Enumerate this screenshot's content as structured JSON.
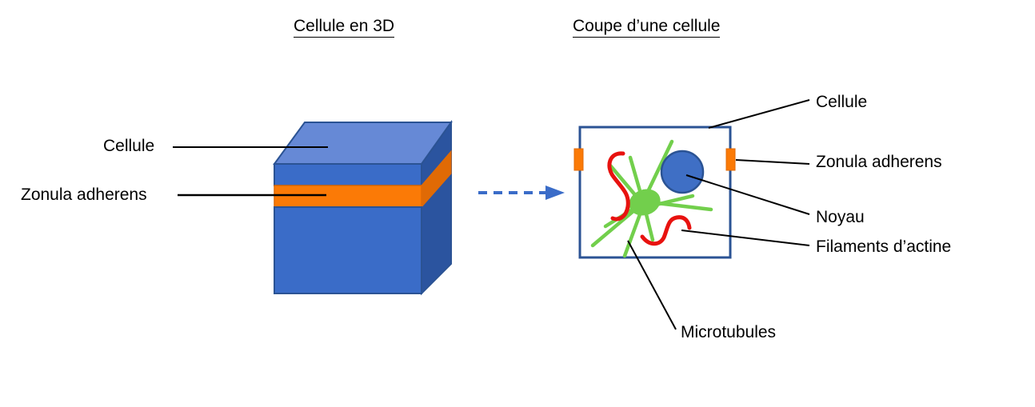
{
  "diagram": {
    "titles": {
      "left": "Cellule en 3D",
      "right": "Coupe d’une cellule"
    },
    "left_labels": [
      {
        "id": "cellule",
        "text": "Cellule"
      },
      {
        "id": "zonula",
        "text": "Zonula adherens"
      }
    ],
    "right_labels": [
      {
        "id": "cellule",
        "text": "Cellule"
      },
      {
        "id": "zonula",
        "text": "Zonula adherens"
      },
      {
        "id": "noyau",
        "text": "Noyau"
      },
      {
        "id": "actine",
        "text": "Filaments d’actine"
      },
      {
        "id": "microtubules",
        "text": "Microtubules"
      }
    ],
    "colors": {
      "cube_top": "#6689d6",
      "cube_front": "#3a6cc8",
      "cube_side": "#2b549f",
      "cube_edge": "#2b5394",
      "zonula_orange": "#fb7a06",
      "zonula_orange_edge": "#e06a05",
      "cell_border": "#2b5394",
      "nucleus_fill": "#3f6fc5",
      "nucleus_border": "#2b5394",
      "microtubule_green": "#72cf4c",
      "actin_red": "#e8120f",
      "arrow_blue": "#3a6cc8",
      "leader_line": "#000000",
      "text": "#000000",
      "background": "#ffffff"
    },
    "parts": {
      "cube": "3d-cell-cube",
      "arrow": "dashed-transition-arrow",
      "cell_section": "cell-cross-section-box",
      "nucleus": "nucleus-circle",
      "centrosome": "centrosome-hub",
      "microtubules": "microtubule-filaments",
      "actin": "actin-filaments",
      "zonula_left": "zonula-adherens-left-marker",
      "zonula_right": "zonula-adherens-right-marker"
    }
  }
}
